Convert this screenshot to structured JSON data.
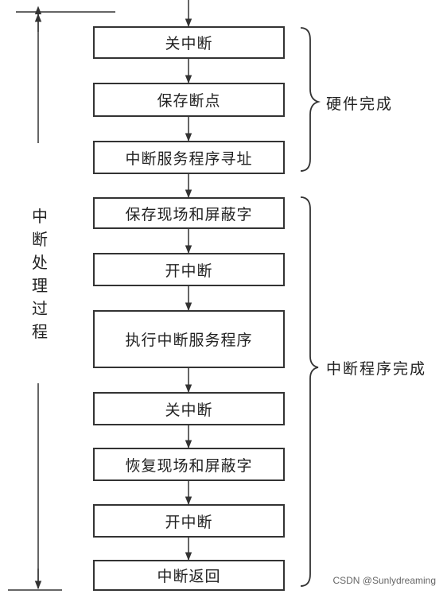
{
  "steps": [
    "关中断",
    "保存断点",
    "中断服务程序寻址",
    "保存现场和屏蔽字",
    "开中断",
    "执行中断服务程序",
    "关中断",
    "恢复现场和屏蔽字",
    "开中断",
    "中断返回"
  ],
  "groups": {
    "hardware": "硬件完成",
    "program": "中断程序完成"
  },
  "process_label": [
    "中",
    "断",
    "处",
    "理",
    "过",
    "程"
  ],
  "watermark": "CSDN @Sunlydreaming"
}
